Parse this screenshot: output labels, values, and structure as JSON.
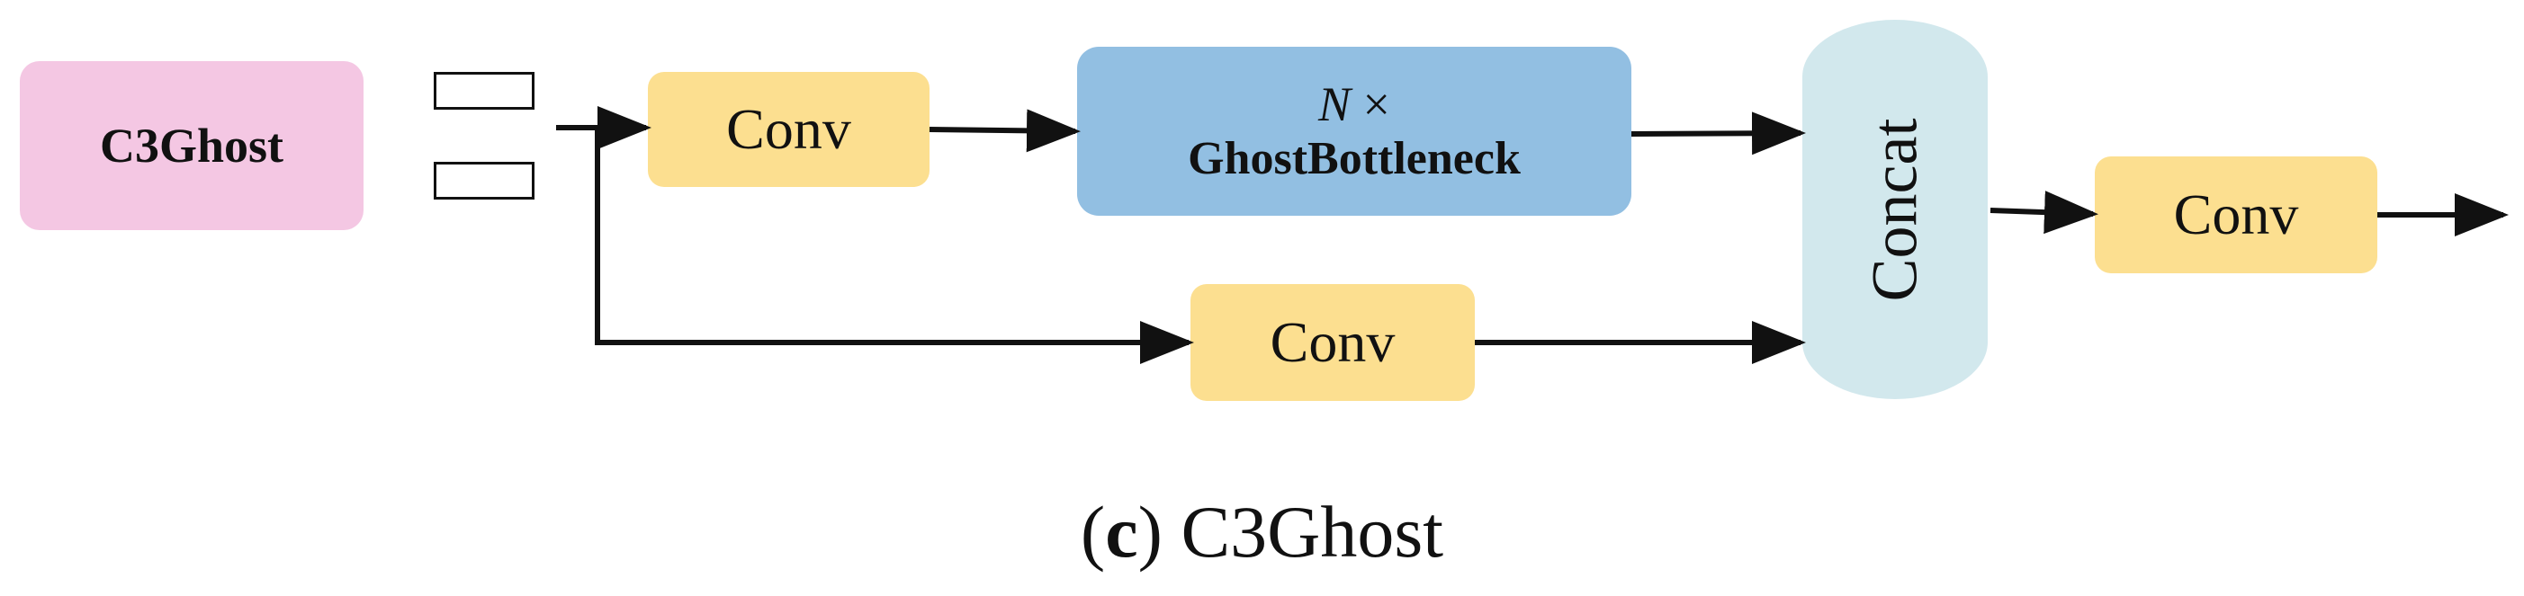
{
  "nodes": {
    "c3ghost": "C3Ghost",
    "conv_top": "Conv",
    "ghost_prefix_var": "N",
    "ghost_prefix_op": " ×",
    "ghost_label": "GhostBottleneck",
    "conv_bottom": "Conv",
    "concat": "Concat",
    "conv_out": "Conv"
  },
  "caption": {
    "open": "(",
    "letter": "c",
    "close": ")",
    "text": " C3Ghost"
  },
  "colors": {
    "c3ghost": "#f4c7e3",
    "conv": "#fcdf90",
    "ghost_bottleneck": "#92bfe2",
    "concat": "#d2e8ed",
    "arrow": "#111111"
  }
}
